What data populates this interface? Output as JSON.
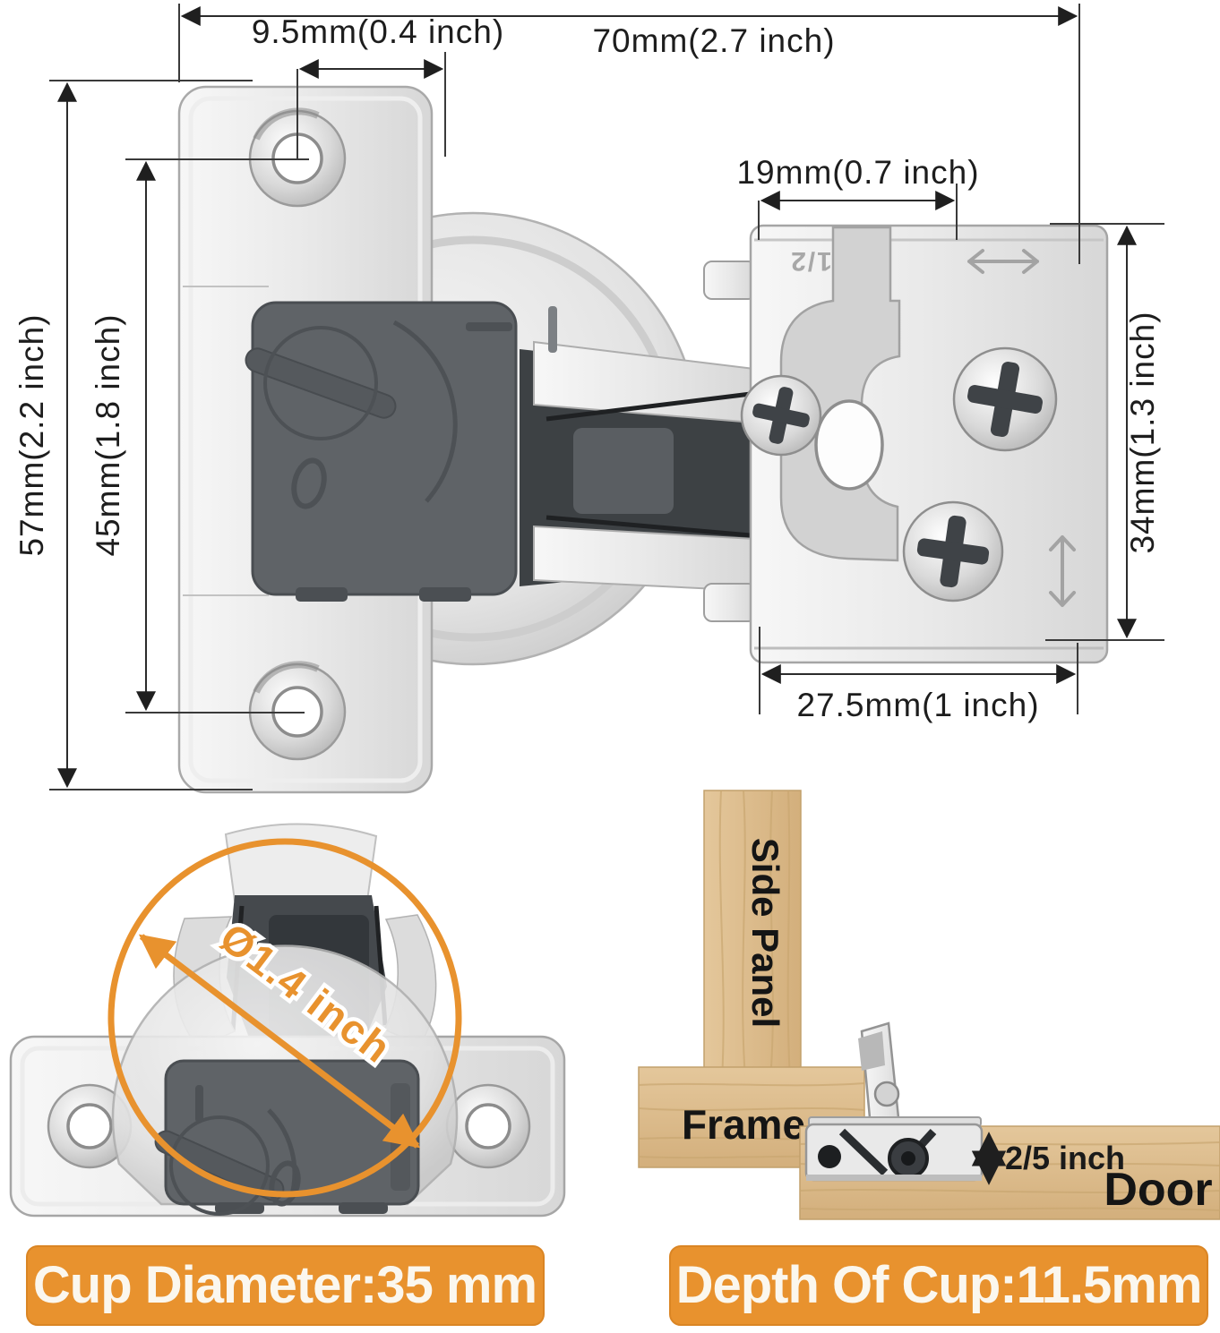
{
  "colors": {
    "accent_orange": "#E8922E",
    "ink": "#1F1F1F",
    "wood": "#DDBE90",
    "banner_text": "#FBF7EE"
  },
  "top_diagram": {
    "front_view": {
      "dim_total_width": "70mm(2.7 inch)",
      "dim_hole_offset": "9.5mm(0.4 inch)",
      "dim_total_height": "57mm(2.2 inch)",
      "dim_hole_spacing": "45mm(1.8 inch)"
    },
    "plate_view": {
      "dim_top_width": "19mm(0.7 inch)",
      "dim_side_height": "34mm(1.3 inch)",
      "dim_bottom_width": "27.5mm(1 inch)",
      "stamp": "1/2"
    }
  },
  "cup_view": {
    "dim_cup_diameter": "Ø1.4 inch",
    "banner_label": "Cup Diameter:35 mm"
  },
  "install_view": {
    "label_side_panel": "Side Panel",
    "label_frame": "Frame",
    "label_door": "Door",
    "dim_cup_depth": "2/5 inch",
    "banner_label": "Depth Of Cup:11.5mm"
  }
}
